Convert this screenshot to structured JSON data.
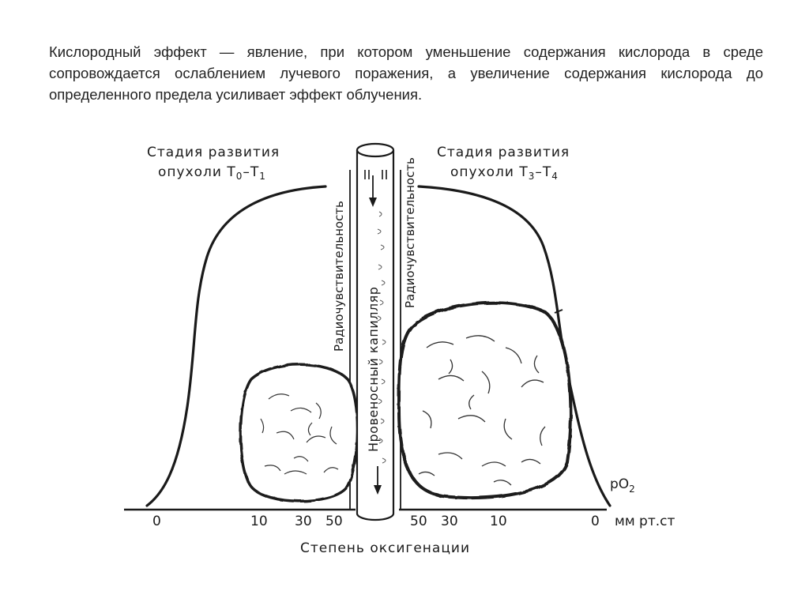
{
  "caption": {
    "text": "Кислородный эффект — явление, при котором уменьшение содержания кислорода в среде сопровождается ослаблением лучевого поражения, а увеличение содержания кислорода до определенного предела усиливает эффект облучения."
  },
  "diagram": {
    "stage_left": {
      "line1": "Стадия развития",
      "line2_prefix": "опухоли T",
      "sub1": "0",
      "dash": "–T",
      "sub2": "1"
    },
    "stage_right": {
      "line1": "Стадия развития",
      "line2_prefix": "опухоли T",
      "sub1": "3",
      "dash": "–T",
      "sub2": "4"
    },
    "radiosensitivity_left": "Радиочувствительность",
    "radiosensitivity_right": "Радиочувствительность",
    "capillary_label": "Нровеносный капилляр",
    "po2_label": "pO",
    "po2_sub": "2",
    "axis_unit": "мм рт.ст",
    "axis_title": "Степень оксигенации",
    "ticks_left": [
      "0",
      "10",
      "30",
      "50"
    ],
    "ticks_right": [
      "50",
      "30",
      "10",
      "0"
    ]
  }
}
